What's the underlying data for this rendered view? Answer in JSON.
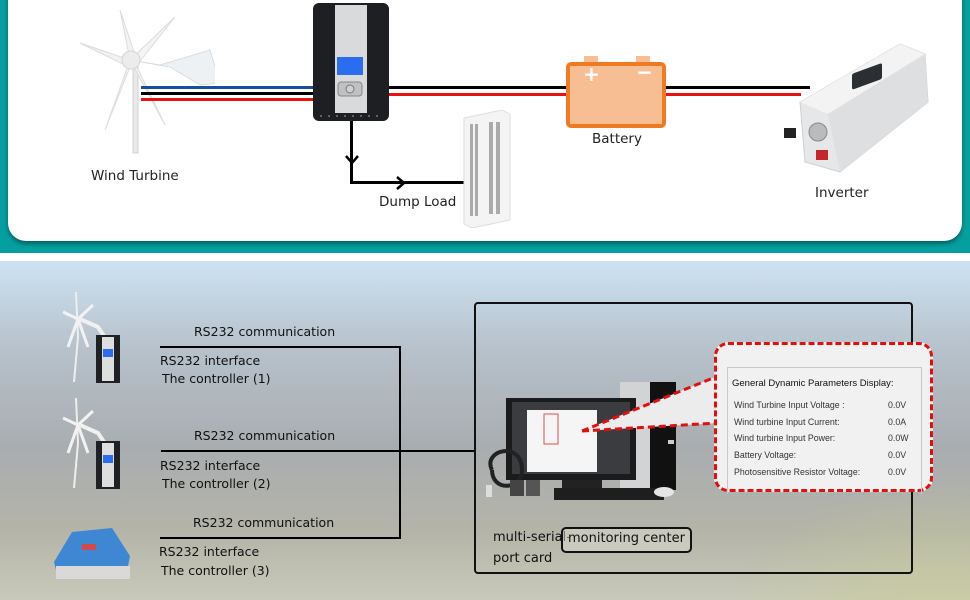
{
  "top_diagram": {
    "components": {
      "wind_turbine": "Wind Turbine",
      "dump_load": "Dump Load",
      "battery": "Battery",
      "inverter": "Inverter"
    },
    "battery_terminals": {
      "positive": "+",
      "negative": "−"
    },
    "colors": {
      "teal_frame": "#069fa0",
      "wire_blue": "#1a4fa0",
      "wire_black": "#000000",
      "wire_red": "#e81010",
      "battery_fill": "#f8be93",
      "battery_border": "#f07a22"
    }
  },
  "network_diagram": {
    "controllers": [
      {
        "comm": "RS232 communication",
        "interface": "RS232 interface",
        "name": "The controller (1)"
      },
      {
        "comm": "RS232 communication",
        "interface": "RS232 interface",
        "name": "The controller (2)"
      },
      {
        "comm": "RS232 communication",
        "interface": "RS232 interface",
        "name": "The controller (3)"
      }
    ],
    "monitoring": {
      "card_label_line1": "multi-serial-",
      "card_label_line2": "port card",
      "center_label": "monitoring center"
    },
    "parameters_display": {
      "title": "General Dynamic Parameters Display:",
      "rows": [
        {
          "label": "Wind Turbine Input Voltage :",
          "value": "0.0V"
        },
        {
          "label": "Wind turbine Input Current:",
          "value": "0.0A"
        },
        {
          "label": "Wind turbine Input Power:",
          "value": "0.0W"
        },
        {
          "label": "Battery Voltage:",
          "value": "0.0V"
        },
        {
          "label": "Photosensitive Resistor Voltage:",
          "value": "0.0V"
        }
      ],
      "border_color": "#e01010"
    }
  }
}
